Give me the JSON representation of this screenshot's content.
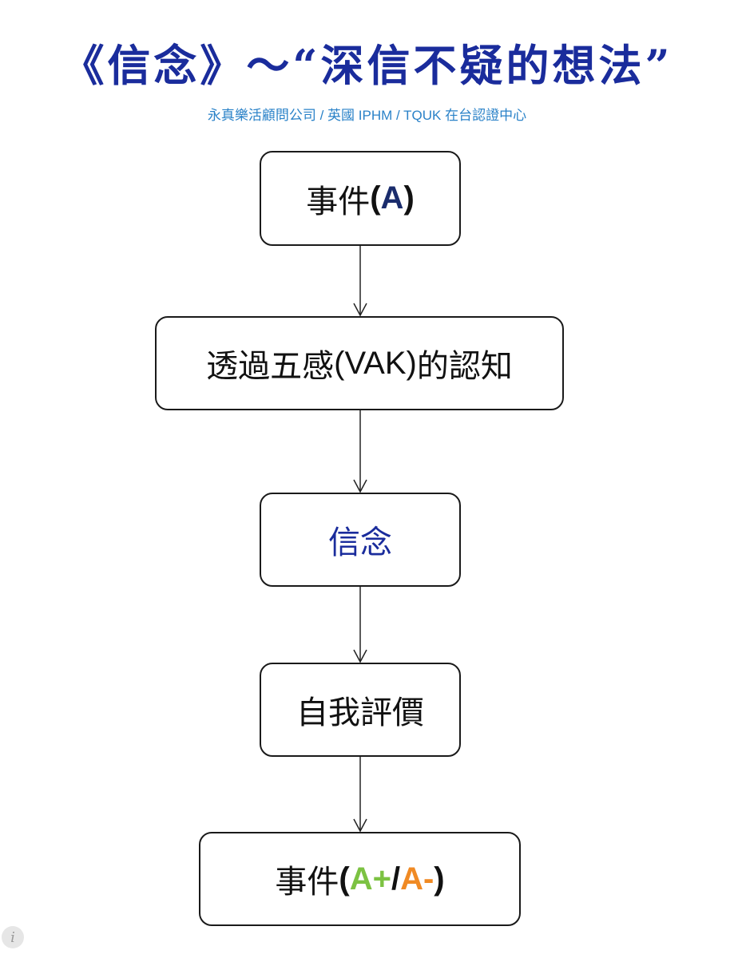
{
  "title": "《信念》～“深信不疑的想法”",
  "subtitle": "永真樂活顧問公司 / 英國 IPHM / TQUK 在台認證中心",
  "colors": {
    "title": "#1a2c9c",
    "subtitle": "#2a82c8",
    "letter_a": "#1a2c6c",
    "belief": "#1a2c9c",
    "a_plus": "#7cc242",
    "a_minus": "#f08a24"
  },
  "nodes": {
    "event": {
      "prefix": "事件 ",
      "open": "(",
      "letter": "A",
      "close": ")"
    },
    "perception": {
      "pre": "透過五感",
      "mid": "(VAK)",
      "post": "的認知"
    },
    "belief": {
      "label": "信念"
    },
    "self_eval": {
      "label": "自我評價"
    },
    "result": {
      "prefix": "事件 ",
      "open": "(",
      "plus": "A+",
      "sep": " / ",
      "minus": "A-",
      "close": ")"
    }
  },
  "info_icon": {
    "symbol": "i"
  }
}
